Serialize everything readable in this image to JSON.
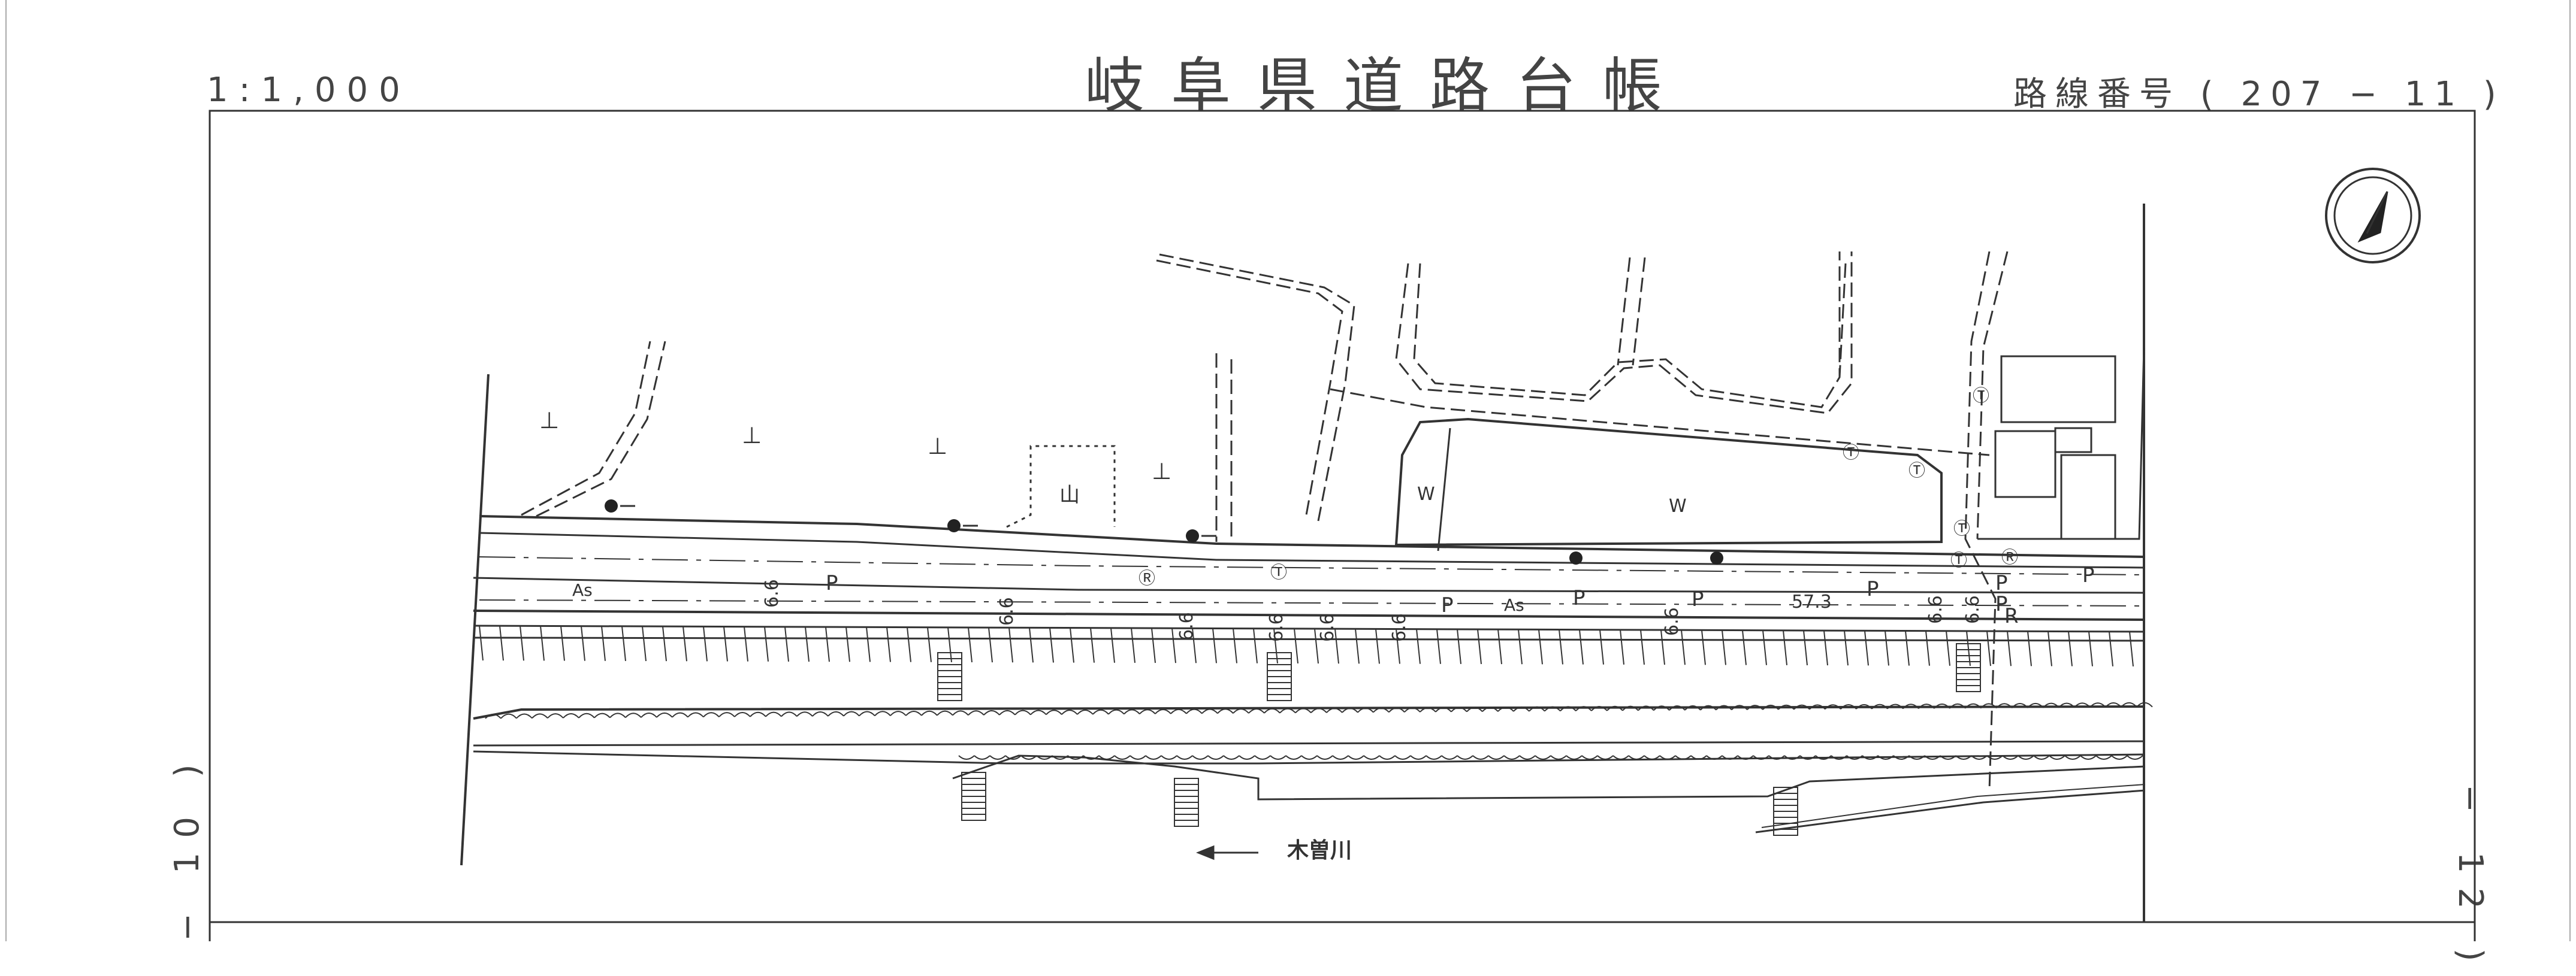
{
  "header": {
    "scale": "1:1,000",
    "title": "岐阜県道路台帳",
    "route_number": "路線番号 ( 207 − 11 )"
  },
  "side_labels": {
    "left": "− 10 )",
    "right": "− 12 )"
  },
  "map": {
    "river_label": "木曽川",
    "north_icon": "north-arrow-icon",
    "surface_labels": [
      "As",
      "As"
    ],
    "shoulder_labels": [
      "P",
      "P",
      "P",
      "P",
      "P",
      "P",
      "P",
      "P"
    ],
    "r_label": "R",
    "width_labels": [
      "6.6",
      "6.6",
      "6.6",
      "6.6",
      "6.6",
      "6.6",
      "6.6",
      "6.6",
      "6.6"
    ],
    "distance_label": "57.3",
    "water_labels": [
      "W",
      "W"
    ],
    "landuse_symbols": [
      "⊥",
      "⊥",
      "⊥",
      "⊥",
      "山"
    ],
    "pole_markers": [
      "Ⓣ",
      "Ⓣ",
      "Ⓣ",
      "Ⓣ",
      "Ⓣ",
      "Ⓣ",
      "Ⓡ",
      "Ⓡ"
    ]
  },
  "colors": {
    "line": "#333333",
    "background": "#ffffff"
  }
}
